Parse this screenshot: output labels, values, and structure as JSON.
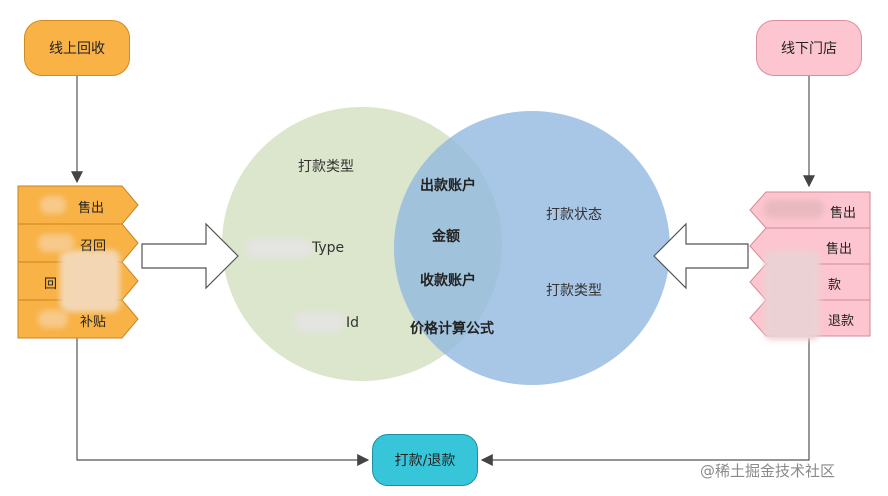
{
  "nodes": {
    "online_recycle": "线上回收",
    "offline_store": "线下门店",
    "payout_refund": "打款/退款"
  },
  "online_tags": [
    "售出",
    "召回",
    "回",
    "补贴"
  ],
  "offline_tags": [
    "售出",
    "售出",
    "款",
    "退款"
  ],
  "venn": {
    "left_only": [
      "打款类型",
      "Type",
      "Id"
    ],
    "overlap": [
      "出款账户",
      "金额",
      "收款账户",
      "价格计算公式"
    ],
    "right_only": [
      "打款状态",
      "打款类型"
    ]
  },
  "watermark": "@稀土掘金技术社区",
  "colors": {
    "online": "#f8b246",
    "offline": "#fdc5cf",
    "payout": "#37c6d9",
    "venn_left": "#d6e2c3",
    "venn_right": "#8fb7df"
  }
}
